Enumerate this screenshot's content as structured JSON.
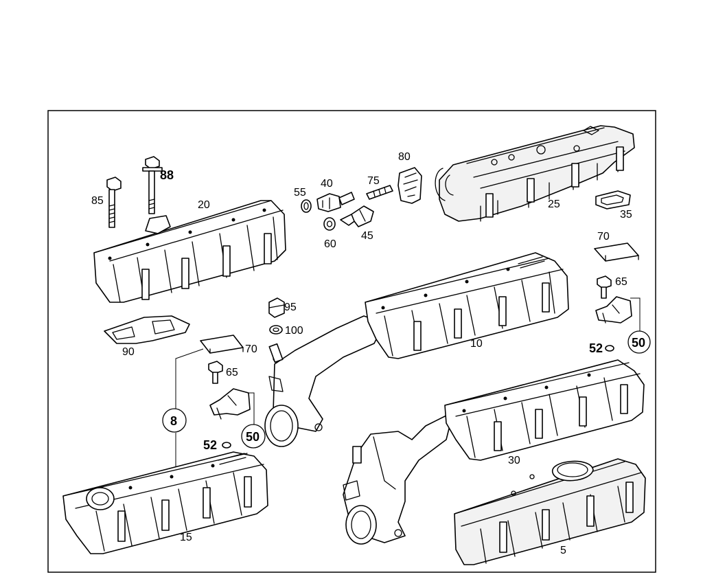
{
  "callouts": {
    "c88": "88",
    "c85": "85",
    "c20": "20",
    "c55": "55",
    "c40": "40",
    "c75": "75",
    "c80": "80",
    "c25": "25",
    "c35": "35",
    "c60": "60",
    "c45": "45",
    "c70a": "70",
    "c65a": "65",
    "c95": "95",
    "c100": "100",
    "c10": "10",
    "c52a": "52",
    "c50a": "50",
    "c90": "90",
    "c70b": "70",
    "c65b": "65",
    "c8": "8",
    "c52b": "52",
    "c50b": "50",
    "c30": "30",
    "c15": "15",
    "c5": "5"
  }
}
